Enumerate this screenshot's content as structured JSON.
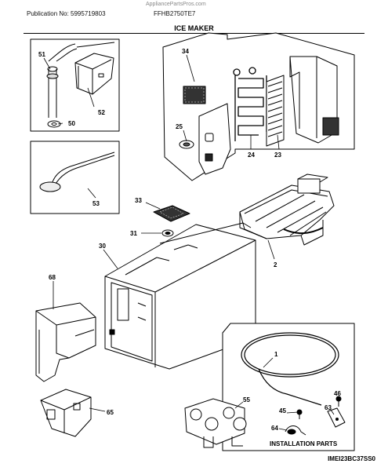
{
  "header": {
    "publication": "Publication No: 5995719803",
    "watermark": "AppliancePartsPros.com",
    "model": "FFHB2750TE7"
  },
  "page_title": "ICE MAKER",
  "callouts": {
    "c51": "51",
    "c52": "52",
    "c50": "50",
    "c53": "53",
    "c34": "34",
    "c25": "25",
    "c24": "24",
    "c23": "23",
    "c33": "33",
    "c31": "31",
    "c30": "30",
    "c2": "2",
    "c68": "68",
    "c65": "65",
    "c1": "1",
    "c55": "55",
    "c46": "46",
    "c45": "45",
    "c63": "63",
    "c64": "64"
  },
  "installation_label": "INSTALLATION PARTS",
  "reference_code": "IMEI23BC37SS0"
}
